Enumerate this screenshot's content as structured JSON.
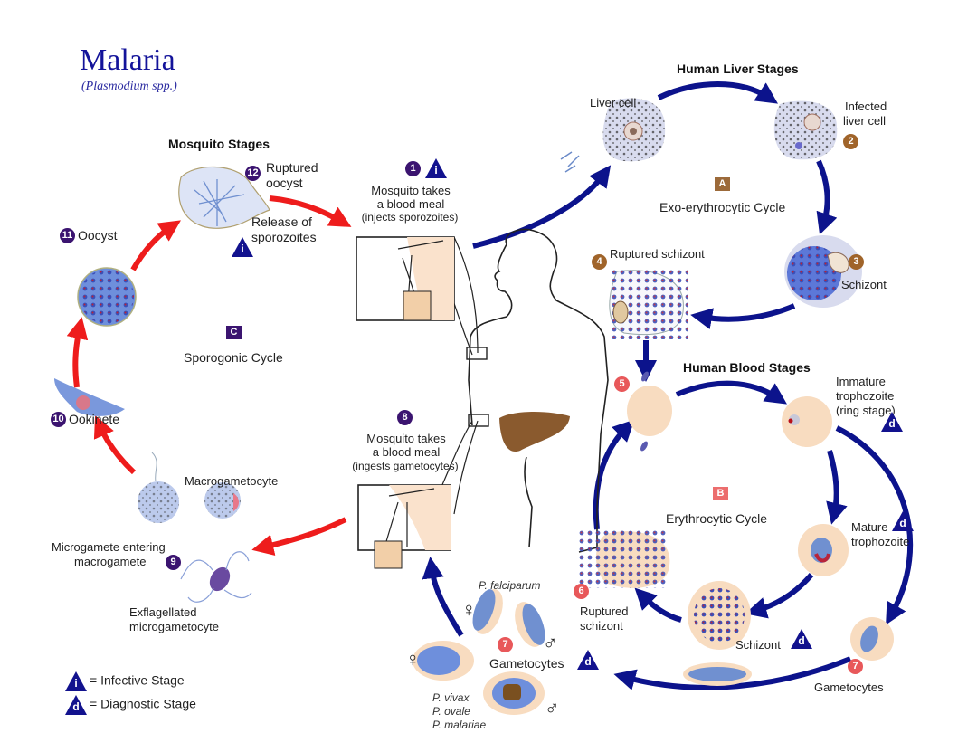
{
  "title": "Malaria",
  "subtitle": "(Plasmodium spp.)",
  "sections": {
    "mosquito": "Mosquito Stages",
    "liver": "Human Liver Stages",
    "blood": "Human Blood Stages"
  },
  "cycles": {
    "A": {
      "letter": "A",
      "label": "Exo-erythrocytic Cycle"
    },
    "B": {
      "letter": "B",
      "label": "Erythrocytic Cycle"
    },
    "C": {
      "letter": "C",
      "label": "Sporogonic Cycle"
    }
  },
  "steps": {
    "s1": {
      "num": "1",
      "line1": "Mosquito takes",
      "line2": "a blood meal",
      "line3": "(injects sporozoites)"
    },
    "s2": {
      "num": "2"
    },
    "s3": {
      "num": "3"
    },
    "s4": {
      "num": "4"
    },
    "s5": {
      "num": "5"
    },
    "s6": {
      "num": "6"
    },
    "s7": {
      "num": "7"
    },
    "s7b": {
      "num": "7"
    },
    "s8": {
      "num": "8",
      "line1": "Mosquito takes",
      "line2": "a blood meal",
      "line3": "(ingests gametocytes)"
    },
    "s9": {
      "num": "9"
    },
    "s10": {
      "num": "10"
    },
    "s11": {
      "num": "11"
    },
    "s12": {
      "num": "12"
    }
  },
  "labels": {
    "liver_cell": "Liver cell",
    "infected_1": "Infected",
    "infected_2": "liver cell",
    "ruptured_schizont_liver": "Ruptured schizont",
    "schizont_liver": "Schizont",
    "immature_1": "Immature",
    "immature_2": "trophozoite",
    "immature_3": "(ring stage)",
    "mature_1": "Mature",
    "mature_2": "trophozoite",
    "schizont_blood": "Schizont",
    "ruptured_1": "Ruptured",
    "ruptured_2": "schizont",
    "gametocytes_right": "Gametocytes",
    "gametocytes_center": "Gametocytes",
    "p_falciparum": "P. falciparum",
    "p_vivax": "P. vivax",
    "p_ovale": "P. ovale",
    "p_malariae": "P. malariae",
    "ruptured_oocyst_1": "Ruptured",
    "ruptured_oocyst_2": "oocyst",
    "release_1": "Release of",
    "release_2": "sporozoites",
    "oocyst": "Oocyst",
    "ookinete": "Ookinete",
    "macrogametocyte": "Macrogametocyte",
    "micro_1": "Microgamete entering",
    "micro_2": "macrogamete",
    "exfl_1": "Exflagellated",
    "exfl_2": "microgametocyte"
  },
  "symbols": {
    "female": "♀",
    "male": "♂",
    "infective": "i",
    "diagnostic": "d"
  },
  "legend": {
    "infective": "= Infective Stage",
    "diagnostic": "= Diagnostic Stage"
  },
  "colors": {
    "human_arrow": "#0c138c",
    "mosquito_arrow": "#ee1c1c",
    "rbc": "#f8dcc0",
    "parasite_blue": "#6e8fdc",
    "parasite_red": "#b8243a"
  }
}
